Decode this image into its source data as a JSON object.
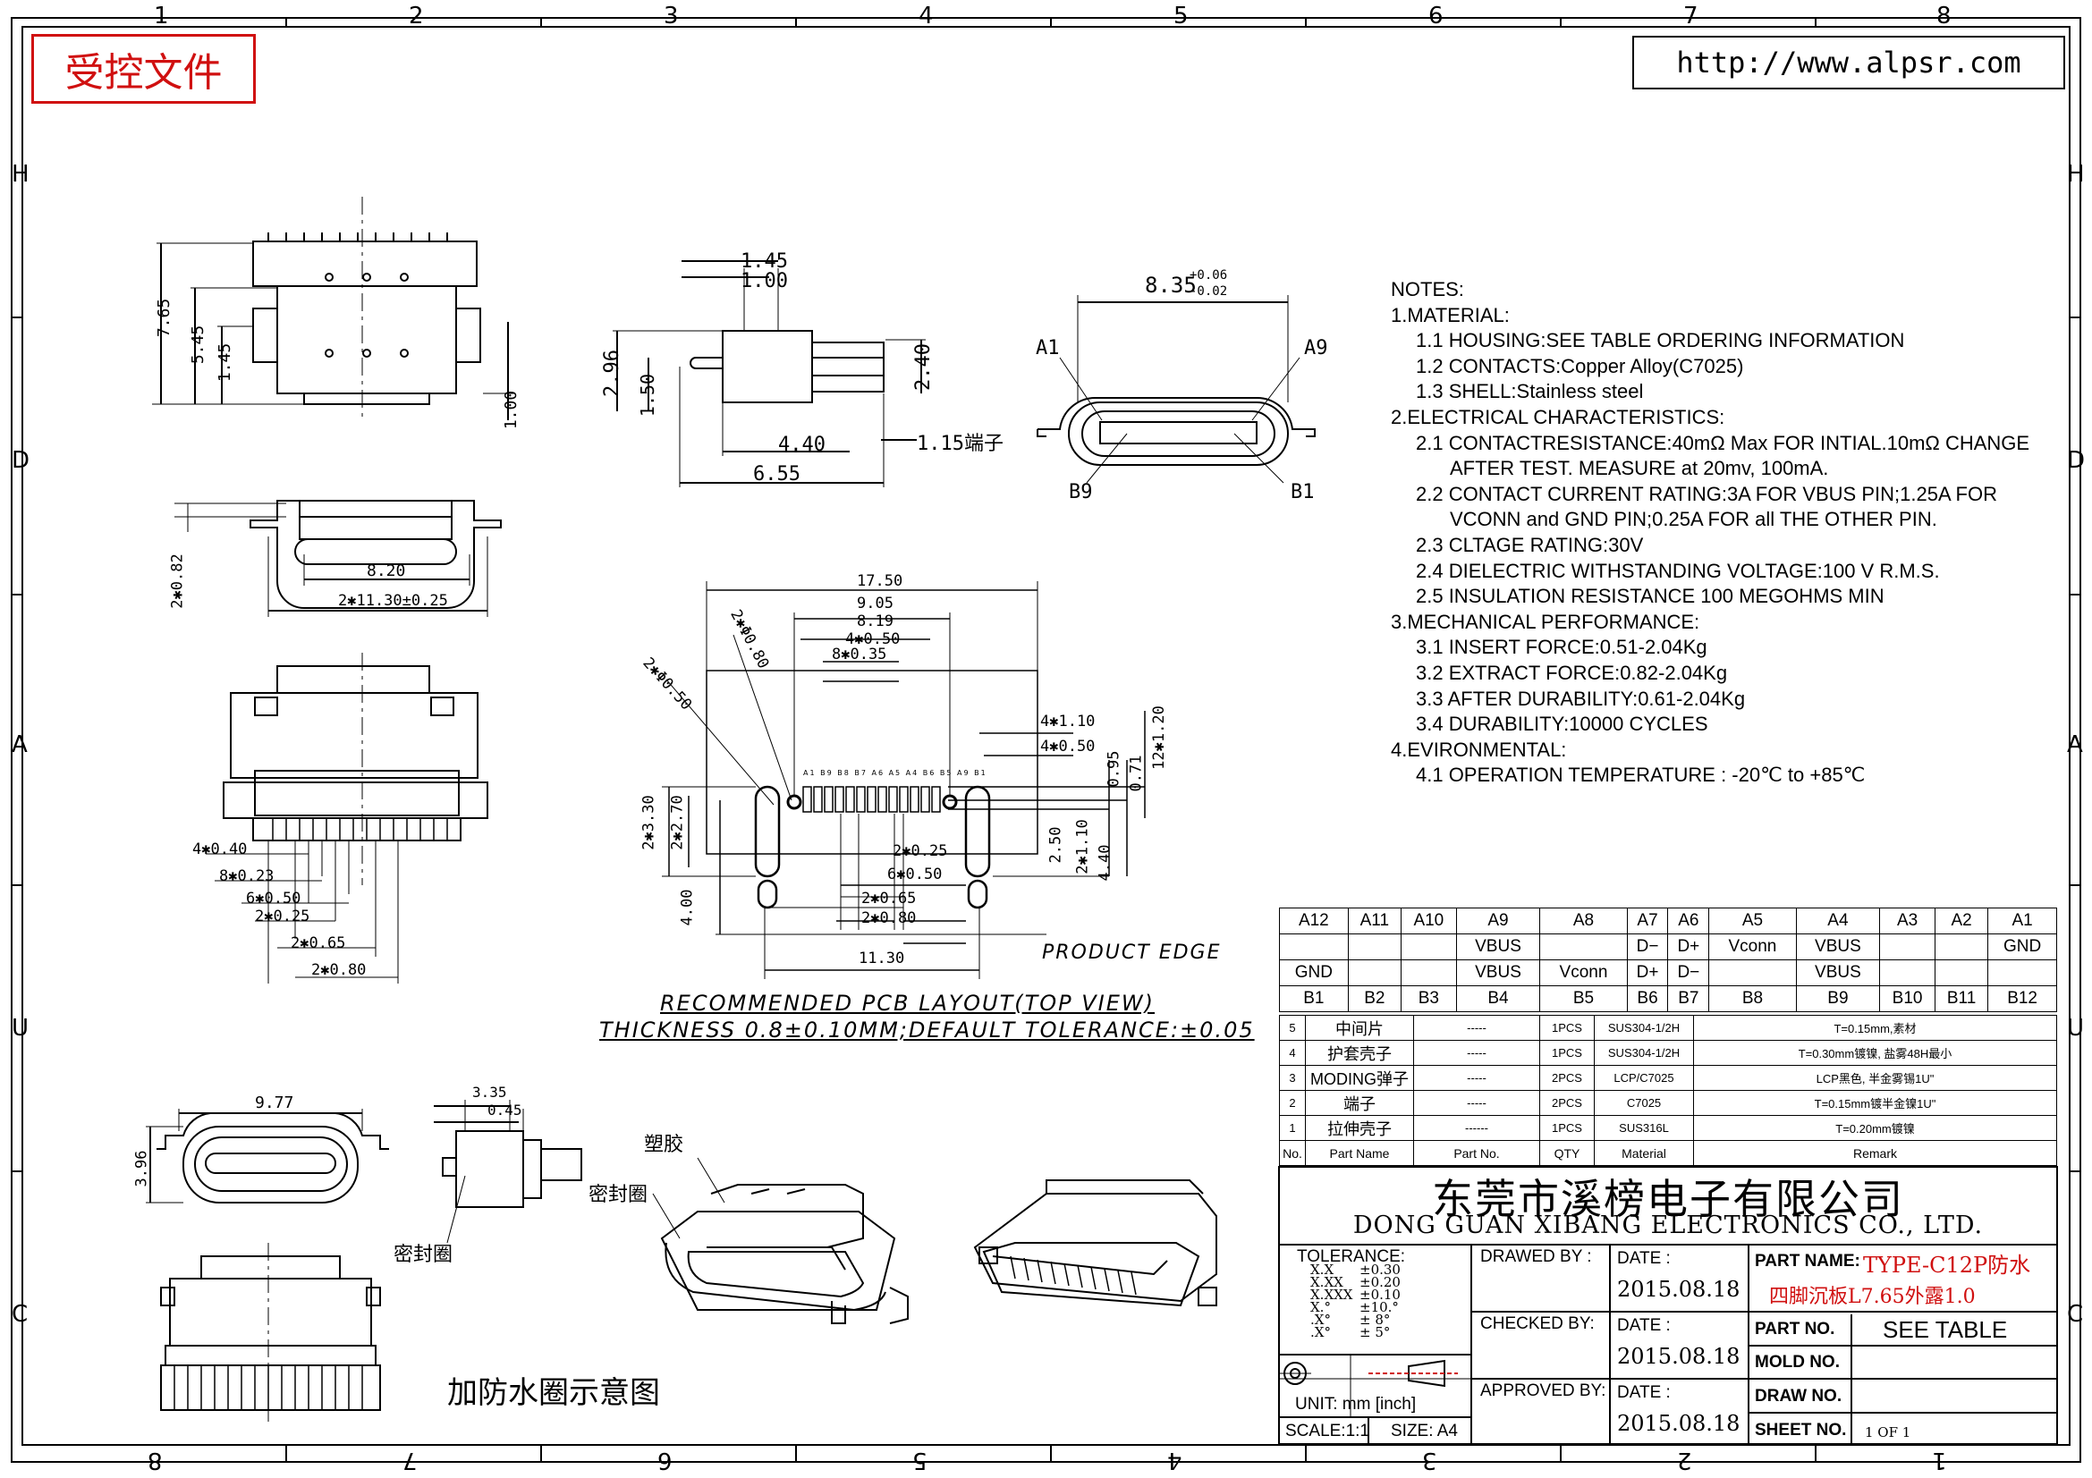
{
  "header": {
    "controlled_stamp": "受控文件",
    "url": "http://www.alpsr.com"
  },
  "zones": {
    "columns": [
      "1",
      "2",
      "3",
      "4",
      "5",
      "6",
      "7",
      "8"
    ],
    "rows": [
      "H",
      "D",
      "A",
      "U",
      "C"
    ]
  },
  "notes": [
    {
      "level": 1,
      "text": "NOTES:"
    },
    {
      "level": 1,
      "text": "1.MATERIAL:"
    },
    {
      "level": 2,
      "text": "1.1 HOUSING:SEE TABLE ORDERING INFORMATION"
    },
    {
      "level": 2,
      "text": "1.2 CONTACTS:Copper Alloy(C7025)"
    },
    {
      "level": 2,
      "text": "1.3 SHELL:Stainless steel"
    },
    {
      "level": 1,
      "text": "2.ELECTRICAL CHARACTERISTICS:"
    },
    {
      "level": 2,
      "text": "2.1 CONTACTRESISTANCE:40mΩ Max FOR INTIAL.10mΩ CHANGE"
    },
    {
      "level": 3,
      "text": "AFTER TEST. MEASURE at 20mv, 100mA."
    },
    {
      "level": 2,
      "text": "2.2 CONTACT CURRENT RATING:3A FOR VBUS PIN;1.25A FOR"
    },
    {
      "level": 3,
      "text": "VCONN and GND PIN;0.25A FOR all THE OTHER PIN."
    },
    {
      "level": 2,
      "text": "2.3 CLTAGE RATING:30V"
    },
    {
      "level": 2,
      "text": "2.4 DIELECTRIC WITHSTANDING VOLTAGE:100 V R.M.S."
    },
    {
      "level": 2,
      "text": "2.5 INSULATION RESISTANCE 100 MEGOHMS MIN"
    },
    {
      "level": 1,
      "text": "3.MECHANICAL PERFORMANCE:"
    },
    {
      "level": 2,
      "text": "3.1 INSERT FORCE:0.51-2.04Kg"
    },
    {
      "level": 2,
      "text": "3.2 EXTRACT FORCE:0.82-2.04Kg"
    },
    {
      "level": 2,
      "text": "3.3 AFTER DURABILITY:0.61-2.04Kg"
    },
    {
      "level": 2,
      "text": "3.4 DURABILITY:10000 CYCLES"
    },
    {
      "level": 1,
      "text": "4.EVIRONMENTAL:"
    },
    {
      "level": 2,
      "text": "4.1 OPERATION TEMPERATURE : -20℃ to +85℃"
    }
  ],
  "dims": {
    "d765": "7.65",
    "d545": "5.45",
    "d145a": "1.45",
    "d100a": "1.00",
    "d145b": "1.45",
    "d100b": "1.00",
    "d296": "2.96",
    "d150": "1.50",
    "d240": "2.40",
    "d440a": "4.40",
    "d655": "6.55",
    "d115": "1.15端子",
    "d835": "8.35",
    "d835tol_up": "+0.06",
    "d835tol_dn": "-0.02",
    "a1": "A1",
    "a9": "A9",
    "b9": "B9",
    "b1": "B1",
    "d082": "2✱0.82",
    "d820": "8.20",
    "d1130a": "2✱11.30±0.25",
    "p440": "4✱0.40",
    "p823": "8✱0.23",
    "p650": "6✱0.50",
    "p225": "2✱0.25",
    "p265": "2✱0.65",
    "p280": "2✱0.80",
    "pcb1750": "17.50",
    "pcb905": "9.05",
    "pcb819": "8.19",
    "pcb450": "4✱0.50",
    "pcb835": "8✱0.35",
    "pcbphi80": "2✱Φ0.80",
    "pcbphi50": "2✱Φ0.50",
    "pcb4110": "4✱1.10",
    "pcb4050": "4✱0.50",
    "pcb1220": "12✱1.20",
    "pcb095": "0.95",
    "pcb071": "0.71",
    "pcb330": "2✱3.30",
    "pcb270": "2✱2.70",
    "pcb400": "4.00",
    "pcb250": "2.50",
    "pcb210": "2✱1.10",
    "pcb440": "4.40",
    "pcb225": "2✱0.25",
    "pcb650": "6✱0.50",
    "pcb265": "2✱0.65",
    "pcb280": "2✱0.80",
    "pcb1130": "11.30",
    "product_edge": "PRODUCT EDGE",
    "d977": "9.77",
    "d396": "3.96",
    "d335": "3.35",
    "d045": "0.45",
    "seal1": "密封圈",
    "seal2": "密封圈",
    "plastic": "塑胶"
  },
  "pcb_pin_label": "A1 B9 B8 B7 A6 A5 A4 B6 B5 A9 B1",
  "pcb_caption": {
    "line1": "RECOMMENDED PCB LAYOUT(TOP VIEW)",
    "line2": "THICKNESS 0.8±0.10MM;DEFAULT TOLERANCE:±0.05"
  },
  "waterproof_caption": "加防水圈示意图",
  "pin_table": {
    "top_ids": [
      "A12",
      "A11",
      "A10",
      "A9",
      "A8",
      "A7",
      "A6",
      "A5",
      "A4",
      "A3",
      "A2",
      "A1"
    ],
    "top_names": [
      "",
      "",
      "",
      "VBUS",
      "",
      "D−",
      "D+",
      "Vconn",
      "VBUS",
      "",
      "",
      "GND"
    ],
    "bot_names": [
      "GND",
      "",
      "",
      "VBUS",
      "Vconn",
      "D+",
      "D−",
      "",
      "VBUS",
      "",
      "",
      ""
    ],
    "bot_ids": [
      "B1",
      "B2",
      "B3",
      "B4",
      "B5",
      "B6",
      "B7",
      "B8",
      "B9",
      "B10",
      "B11",
      "B12"
    ]
  },
  "bom": {
    "rows": [
      {
        "no": "5",
        "part": "中间片",
        "partno": "-----",
        "qty": "1PCS",
        "material": "SUS304-1/2H",
        "remark": "T=0.15mm,素材"
      },
      {
        "no": "4",
        "part": "护套壳子",
        "partno": "-----",
        "qty": "1PCS",
        "material": "SUS304-1/2H",
        "remark": "T=0.30mm镀镍, 盐雾48H最小"
      },
      {
        "no": "3",
        "part": "MODING弹子",
        "partno": "-----",
        "qty": "2PCS",
        "material": "LCP/C7025",
        "remark": "LCP黑色, 半金雾锡1U\""
      },
      {
        "no": "2",
        "part": "端子",
        "partno": "-----",
        "qty": "2PCS",
        "material": "C7025",
        "remark": "T=0.15mm镀半金镍1U\""
      },
      {
        "no": "1",
        "part": "拉伸壳子",
        "partno": "------",
        "qty": "1PCS",
        "material": "SUS316L",
        "remark": "T=0.20mm镀镍"
      }
    ],
    "headers": {
      "no": "No.",
      "part": "Part Name",
      "partno": "Part No.",
      "qty": "QTY",
      "material": "Material",
      "remark": "Remark"
    }
  },
  "title_block": {
    "company_cn": "东莞市溪榜电子有限公司",
    "company_en": "DONG GUAN XIBANG ELECTRONICS CO., LTD.",
    "tolerance_label": "TOLERANCE:",
    "tol_rows": [
      {
        "k": "X.X",
        "v": "±0.30"
      },
      {
        "k": "X.XX",
        "v": "±0.20"
      },
      {
        "k": "X.XXX",
        "v": "±0.10"
      },
      {
        "k": "X.°",
        "v": "±10.°"
      },
      {
        "k": ".X°",
        "v": "± 8°"
      },
      {
        "k": ".X°",
        "v": "± 5°"
      }
    ],
    "unit": "UNIT:  mm  [inch]",
    "scale": "SCALE:1:1",
    "size": "SIZE:  A4",
    "drawed_by": "DRAWED BY :",
    "checked_by": "CHECKED BY:",
    "approved_by": "APPROVED BY:",
    "date_label": "DATE :",
    "date1": "2015.08.18",
    "date2": "2015.08.18",
    "date3": "2015.08.18",
    "part_name_label": "PART NAME:",
    "part_name_1": "TYPE-C12P防水",
    "part_name_2": "四脚沉板L7.65外露1.0",
    "part_no_label": "PART NO.",
    "part_no_value": "SEE TABLE",
    "mold_no_label": "MOLD NO.",
    "draw_no_label": "DRAW NO.",
    "sheet_no_label": "SHEET NO.",
    "sheet_value": "1 OF 1"
  }
}
